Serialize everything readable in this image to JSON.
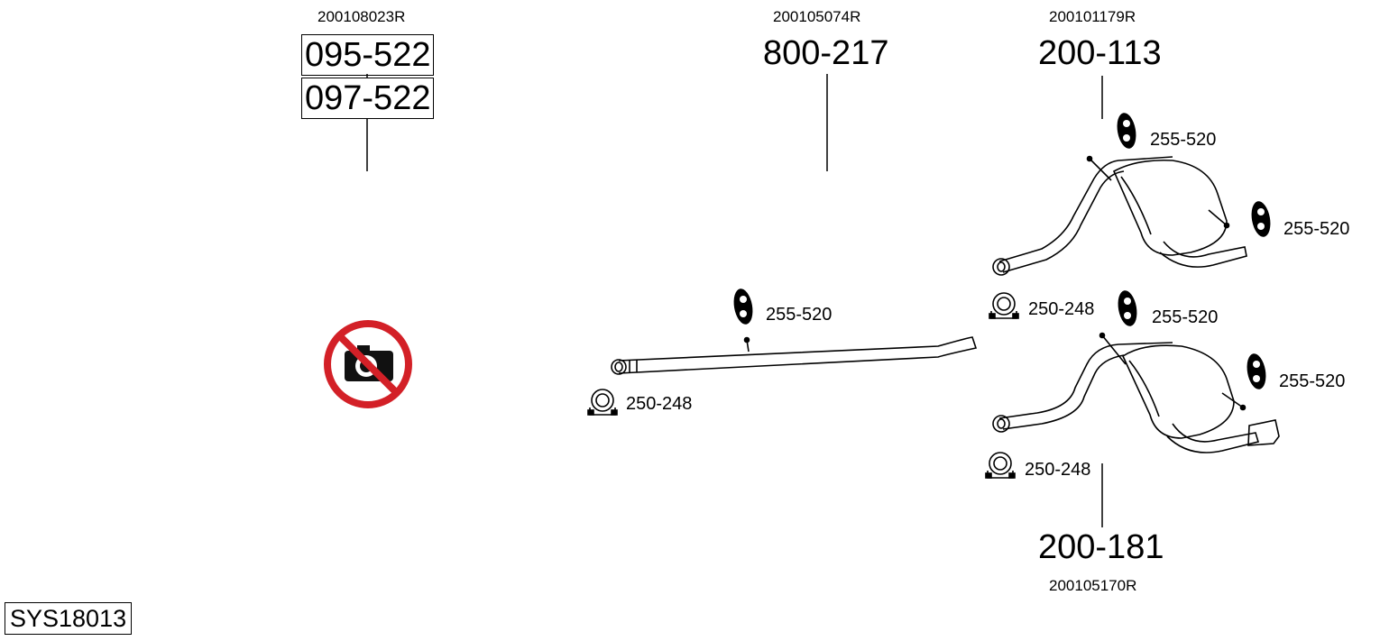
{
  "groups": {
    "left": {
      "oem": "200108023R",
      "part_numbers": [
        "095-522",
        "097-522"
      ]
    },
    "middle": {
      "oem": "200105074R",
      "part_number": "800-217",
      "hanger_label": "255-520",
      "clamp_label": "250-248"
    },
    "right_top": {
      "oem": "200101179R",
      "part_number": "200-113",
      "hanger_label_1": "255-520",
      "hanger_label_2": "255-520",
      "clamp_label": "250-248"
    },
    "right_bottom": {
      "oem": "200105170R",
      "part_number": "200-181",
      "hanger_label_1": "255-520",
      "hanger_label_2": "255-520",
      "clamp_label": "250-248"
    }
  },
  "system_code": "SYS18013",
  "no_image_icon_color": "#d32027"
}
